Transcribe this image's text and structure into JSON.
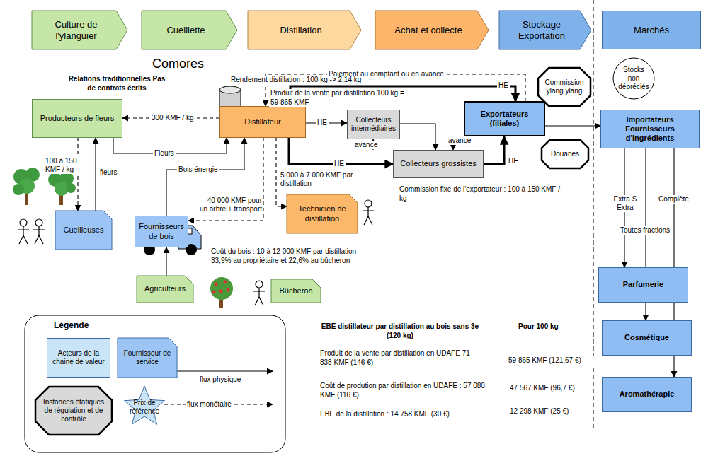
{
  "diagram": {
    "title": "Comores",
    "nodes": [
      {
        "text": [
          "Culture de l'ylanguier"
        ]
      },
      {
        "text": [
          "Cueillette"
        ]
      },
      {
        "text": [
          "Distillation"
        ]
      },
      {
        "text": [
          "Achat et collecte"
        ]
      },
      {
        "text": [
          "Stockage Exportation"
        ]
      },
      {
        "text": [
          "Marchés"
        ]
      },
      {
        "text": [
          "Producteurs de fleurs"
        ]
      },
      {
        "text": [
          "Distillateur"
        ]
      },
      {
        "text": [
          "Collecteurs intermédiaires"
        ]
      },
      {
        "text": [
          "Exportateurs (filiales)"
        ]
      },
      {
        "text": [
          "Commission ylang ylang"
        ]
      },
      {
        "text": [
          "Stocks non dépréciés"
        ]
      },
      {
        "text": [
          "Importateurs Fournisseurs d'ingrédients"
        ]
      },
      {
        "text": [
          "Douanes"
        ]
      },
      {
        "text": [
          "Collecteurs grossistes"
        ]
      },
      {
        "text": [
          "Cueilleuses"
        ]
      },
      {
        "text": [
          "Technicien de distillation"
        ]
      },
      {
        "text": [
          "Fournisseurs de bois"
        ]
      },
      {
        "text": [
          "Agriculteurs"
        ]
      },
      {
        "text": [
          "Bûcheron"
        ]
      },
      {
        "text": [
          "Parfumerie"
        ]
      },
      {
        "text": [
          "Cosmétique"
        ]
      },
      {
        "text": [
          "Aromathérapie"
        ]
      }
    ],
    "edges": [
      {
        "from": 15,
        "to": 6,
        "label": "fleurs",
        "arrow": "to"
      },
      {
        "from": 6,
        "to": 15,
        "label": "100 à 150 KMF / kg",
        "arrow": "to"
      },
      {
        "from": 6,
        "to": 7,
        "label": "Fleurs",
        "arrow": "to"
      },
      {
        "from": 7,
        "to": 6,
        "label": "300 KMF / kg",
        "arrow": "to"
      },
      {
        "from": 7,
        "to": 8,
        "label": "HE",
        "arrow": "to"
      },
      {
        "from": 7,
        "to": 9,
        "label": "HE",
        "arrow": "to"
      },
      {
        "from": 9,
        "to": 7,
        "label": "Paiement au comptant ou en avance",
        "arrow": "to"
      },
      {
        "from": 7,
        "to": 14,
        "label": "HE",
        "arrow": "to"
      },
      {
        "from": 8,
        "to": 14,
        "arrow": "to"
      },
      {
        "from": 14,
        "to": 8,
        "label": "avance",
        "arrow": "to"
      },
      {
        "from": 14,
        "to": 9,
        "label": "HE",
        "arrow": "to"
      },
      {
        "from": 9,
        "to": 14,
        "label": "avance",
        "arrow": "to"
      },
      {
        "from": 17,
        "to": 7,
        "label": "Bois énergie",
        "arrow": "to"
      },
      {
        "from": 7,
        "to": 17,
        "label": "40 000 KMF pour un arbre + transport",
        "arrow": "to"
      },
      {
        "from": 7,
        "to": 16,
        "label": "5 000 à 7 000 KMF par distillation",
        "arrow": "to"
      },
      {
        "from": 18,
        "to": 17,
        "arrow": "to"
      },
      {
        "from": 9,
        "to": 12,
        "arrow": "to"
      },
      {
        "from": 12,
        "to": 20,
        "label": "Extra S Extra",
        "arrow": "to"
      },
      {
        "from": 12,
        "to": 21,
        "label": "Toutes fractions",
        "arrow": "to"
      },
      {
        "from": 12,
        "to": 22,
        "label": "Complète",
        "arrow": "to"
      }
    ],
    "labels": [
      "Relations traditionnelles Pas de contrats écrits",
      "Rendement distillation : 100 kg -> 2,14 kg",
      "Produit de la vente par distillation 100 kg = 59 865 KMF",
      "Commission fixe de l'exportateur : 100 à 150 KMF / kg",
      "Coût du bois : 10 à 12 000 KMF par distillation 33,9% au propriétaire et 22,6% au bûcheron",
      "EBE distillateur par distillation au bois sans 3e (120 kg)",
      "Pour 100 kg",
      "Produit de la vente par distillation en UDAFE 71 838 KMF (146 €)",
      "59 865 KMF (121,67 €)",
      "Coût de prodution par distillation en UDAFE : 57 080 KMF (116 €)",
      "47 567 KMF (96,7 €)",
      "EBE de la distillation : 14 758 KMF (30 €)",
      "12 298 KMF (25 €)",
      "Légende"
    ],
    "legend": [
      {
        "text": "Acteurs de la chaine de valeur",
        "color": "#c9e4f6"
      },
      {
        "text": "Fournisseur de service",
        "color": "#9cc4f5"
      },
      {
        "text": "flux physique"
      },
      {
        "text": "Instances étatiques de régulation et de contrôle"
      },
      {
        "text": "Prix de référence"
      },
      {
        "text": "flux monétaire"
      }
    ]
  }
}
